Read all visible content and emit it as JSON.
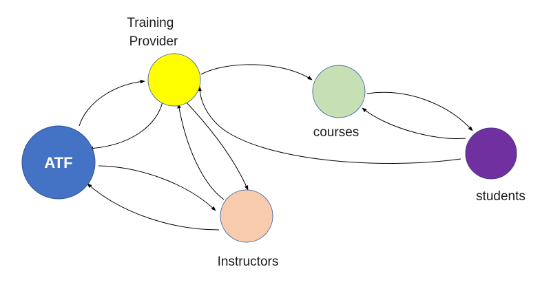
{
  "nodes": [
    {
      "id": "atf",
      "inner_label": "ATF",
      "outer_label": "",
      "fill": "#4472c4",
      "stroke": "#2f528f"
    },
    {
      "id": "training-provider",
      "inner_label": "",
      "outer_label_lines": [
        "Training",
        "Provider"
      ],
      "fill": "#ffff00",
      "stroke": "#4a6fa5"
    },
    {
      "id": "courses",
      "inner_label": "",
      "outer_label": "courses",
      "fill": "#c6e0b4",
      "stroke": "#4a6fa5"
    },
    {
      "id": "instructors",
      "inner_label": "",
      "outer_label": "Instructors",
      "fill": "#f8cbad",
      "stroke": "#4a6fa5"
    },
    {
      "id": "students",
      "inner_label": "",
      "outer_label": "students",
      "fill": "#7030a0",
      "stroke": "#4a3a8a"
    }
  ],
  "edges": [
    {
      "from": "atf",
      "to": "training-provider"
    },
    {
      "from": "training-provider",
      "to": "atf"
    },
    {
      "from": "training-provider",
      "to": "courses"
    },
    {
      "from": "courses",
      "to": "students"
    },
    {
      "from": "students",
      "to": "courses"
    },
    {
      "from": "students",
      "to": "training-provider"
    },
    {
      "from": "training-provider",
      "to": "instructors"
    },
    {
      "from": "instructors",
      "to": "training-provider"
    },
    {
      "from": "atf",
      "to": "instructors"
    },
    {
      "from": "instructors",
      "to": "atf"
    }
  ]
}
